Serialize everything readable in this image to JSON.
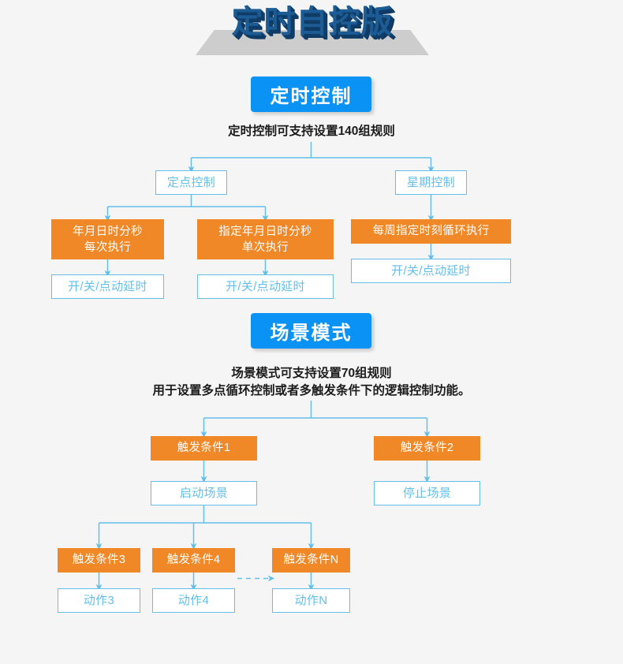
{
  "page": {
    "background_color": "#f5f5f5",
    "title_banner": {
      "text": "定时自控版",
      "text_color": "#1d5b94",
      "shadow_color": "#0f3d68",
      "plate_color": "#cdcdcd"
    }
  },
  "theme": {
    "accent_blue": "#0b92f5",
    "line_blue": "#63bfe8",
    "orange": "#f18827",
    "text_dark": "#1b1b1b",
    "white": "#ffffff"
  },
  "sections": {
    "timer": {
      "pill_label": "定时控制",
      "caption": "定时控制可支持设置140组规则",
      "rule_count": 140,
      "nodes": {
        "fixed_point": "定点控制",
        "weekly": "星期控制",
        "repeat_exec": "年月日时分秒\n每次执行",
        "single_exec": "指定年月日时分秒\n单次执行",
        "weekly_exec": "每周指定时刻循环执行",
        "action_a": "开/关/点动延时",
        "action_b": "开/关/点动延时",
        "action_c": "开/关/点动延时"
      }
    },
    "scene": {
      "pill_label": "场景模式",
      "caption_line_1": "场景模式可支持设置70组规则",
      "caption_line_2": "用于设置多点循环控制或者多触发条件下的逻辑控制功能。",
      "rule_count": 70,
      "nodes": {
        "trigger_1": "触发条件1",
        "trigger_2": "触发条件2",
        "start_scene": "启动场景",
        "stop_scene": "停止场景",
        "trigger_3": "触发条件3",
        "trigger_4": "触发条件4",
        "trigger_n": "触发条件N",
        "action_3": "动作3",
        "action_4": "动作4",
        "action_n": "动作N"
      }
    }
  }
}
